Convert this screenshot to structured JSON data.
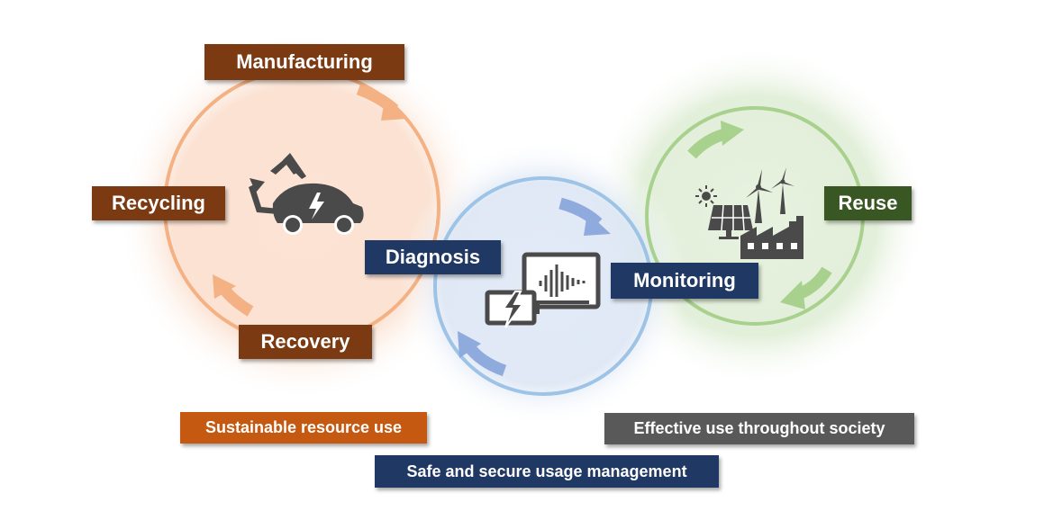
{
  "labels": {
    "manufacturing": "Manufacturing",
    "recycling": "Recycling",
    "recovery": "Recovery",
    "diagnosis": "Diagnosis",
    "monitoring": "Monitoring",
    "reuse": "Reuse"
  },
  "categories": {
    "sustainable": "Sustainable resource use",
    "safe": "Safe and secure usage management",
    "effective": "Effective use throughout society"
  },
  "icons": {
    "ev_recycle": "recycle-car-icon",
    "monitor": "monitor-waveform-icon",
    "battery": "battery-charge-icon",
    "energy": "solar-wind-factory-icon"
  },
  "colors": {
    "orange_circle": "#f4b183",
    "blue_circle": "#9dc3e6",
    "green_circle": "#a9d18e",
    "brown_label": "#7b3a12",
    "navy_label": "#1f3864",
    "green_label": "#385723",
    "orange_box": "#c65911",
    "grey_box": "#595959",
    "icon_grey": "#4a4a4a"
  }
}
